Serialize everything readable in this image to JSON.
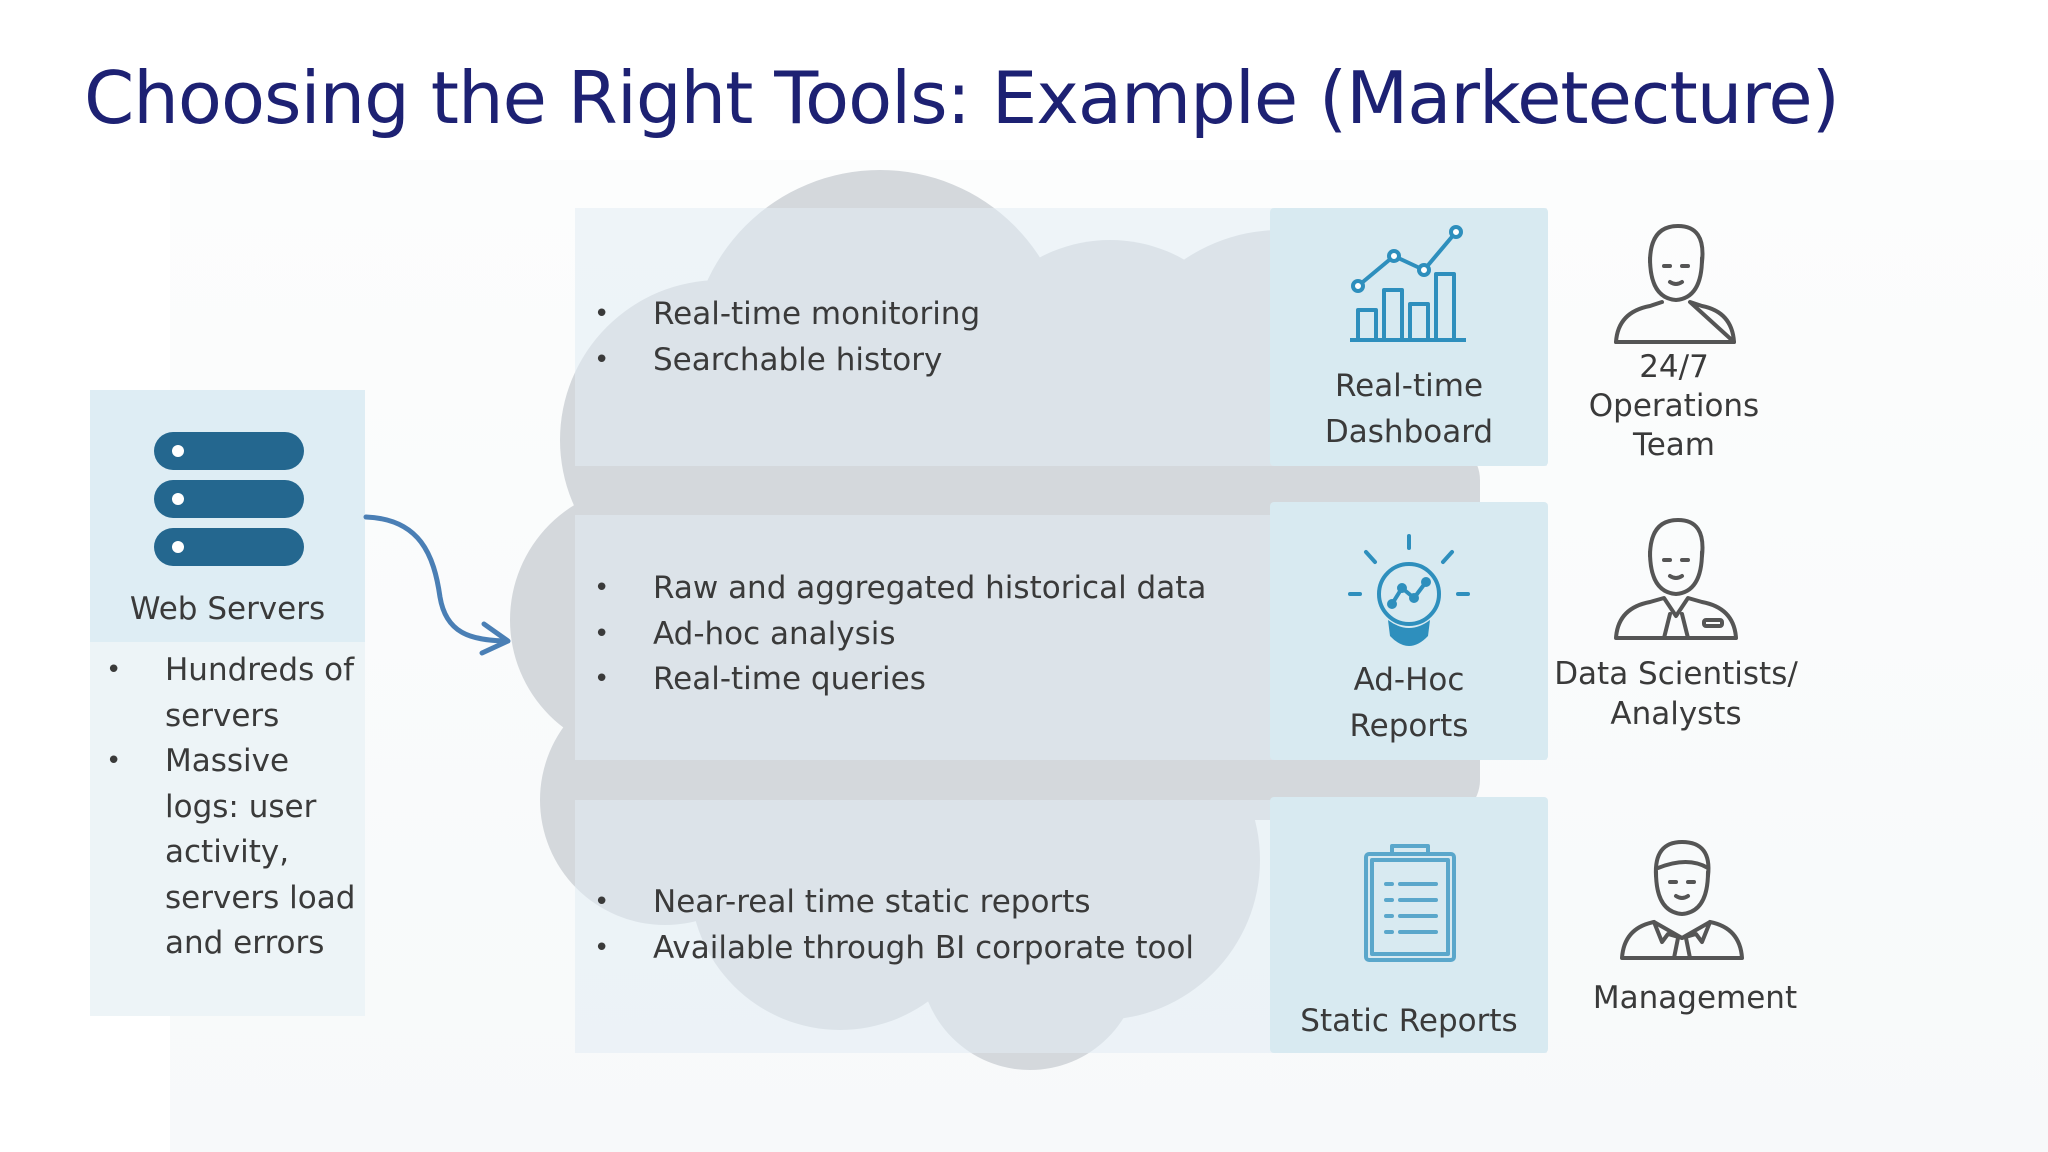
{
  "title": "Choosing the Right Tools: Example (Marketecture)",
  "web_servers": {
    "label": "Web Servers",
    "bullets": [
      "Hundreds of servers",
      "Massive logs: user activity, servers load and errors"
    ]
  },
  "rows": [
    {
      "bullets": [
        "Real-time monitoring",
        "Searchable history"
      ],
      "tool_line1": "Real-time",
      "tool_line2": "Dashboard",
      "tool_icon": "bar-chart-trend-icon",
      "persona_line1": "24/7",
      "persona_line2": "Operations",
      "persona_line3": "Team",
      "persona_icon": "operator-person-icon"
    },
    {
      "bullets": [
        "Raw and aggregated historical data",
        "Ad-hoc analysis",
        "Real-time queries"
      ],
      "tool_line1": "Ad-Hoc",
      "tool_line2": "Reports",
      "tool_icon": "lightbulb-analysis-icon",
      "persona_line1": "Data Scientists/",
      "persona_line2": "Analysts",
      "persona_icon": "analyst-person-icon"
    },
    {
      "bullets": [
        "Near-real time static reports",
        "Available through BI corporate tool"
      ],
      "tool_line1": "Static Reports",
      "tool_icon": "clipboard-report-icon",
      "persona_line1": "Management",
      "persona_icon": "manager-person-icon"
    }
  ],
  "colors": {
    "title": "#1d2173",
    "server_icon": "#24678f",
    "arrow": "#4a7fb5",
    "tool_icon": "#2e8fbd",
    "persona_outline": "#555555",
    "cloud": "#d4d8dc"
  }
}
